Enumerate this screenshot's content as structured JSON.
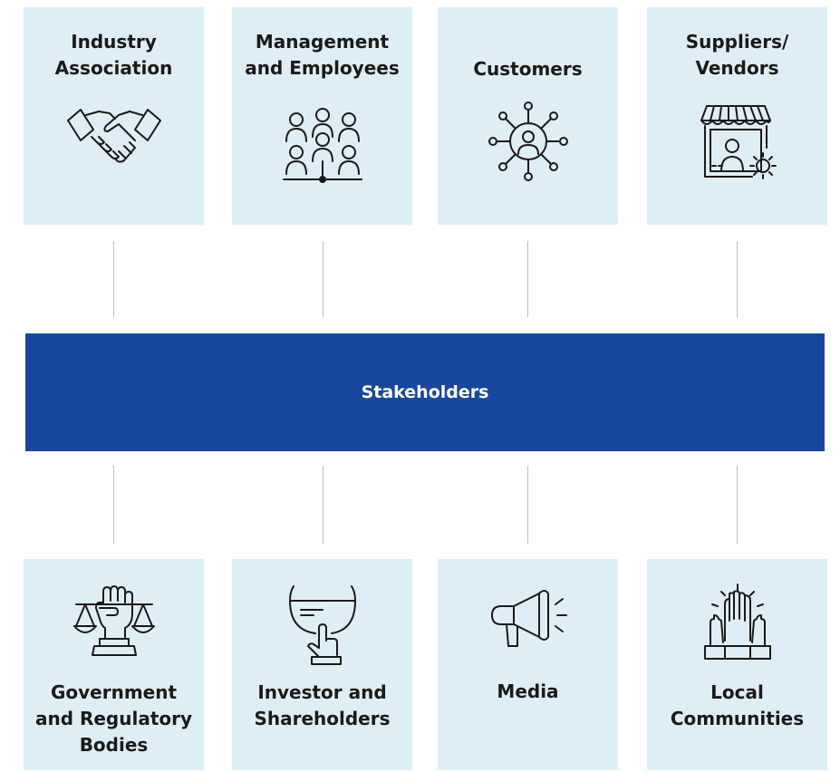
{
  "center": {
    "label": "Stakeholders",
    "color": "#18479e"
  },
  "card_color": "#deeef7",
  "top": [
    {
      "lines": [
        "Industry",
        "Association"
      ],
      "icon": "handshake-icon"
    },
    {
      "lines": [
        "Management",
        "and Employees"
      ],
      "icon": "team-icon"
    },
    {
      "lines": [
        "Customers"
      ],
      "icon": "customer-network-icon"
    },
    {
      "lines": [
        "Suppliers/",
        "Vendors"
      ],
      "icon": "storefront-gear-icon"
    }
  ],
  "bottom": [
    {
      "lines": [
        "Government",
        "and Regulatory",
        "Bodies"
      ],
      "icon": "fist-scales-icon"
    },
    {
      "lines": [
        "Investor and",
        "Shareholders"
      ],
      "icon": "hand-bowl-icon"
    },
    {
      "lines": [
        "Media"
      ],
      "icon": "megaphone-icon"
    },
    {
      "lines": [
        "Local",
        "Communities"
      ],
      "icon": "raised-hands-icon"
    }
  ]
}
